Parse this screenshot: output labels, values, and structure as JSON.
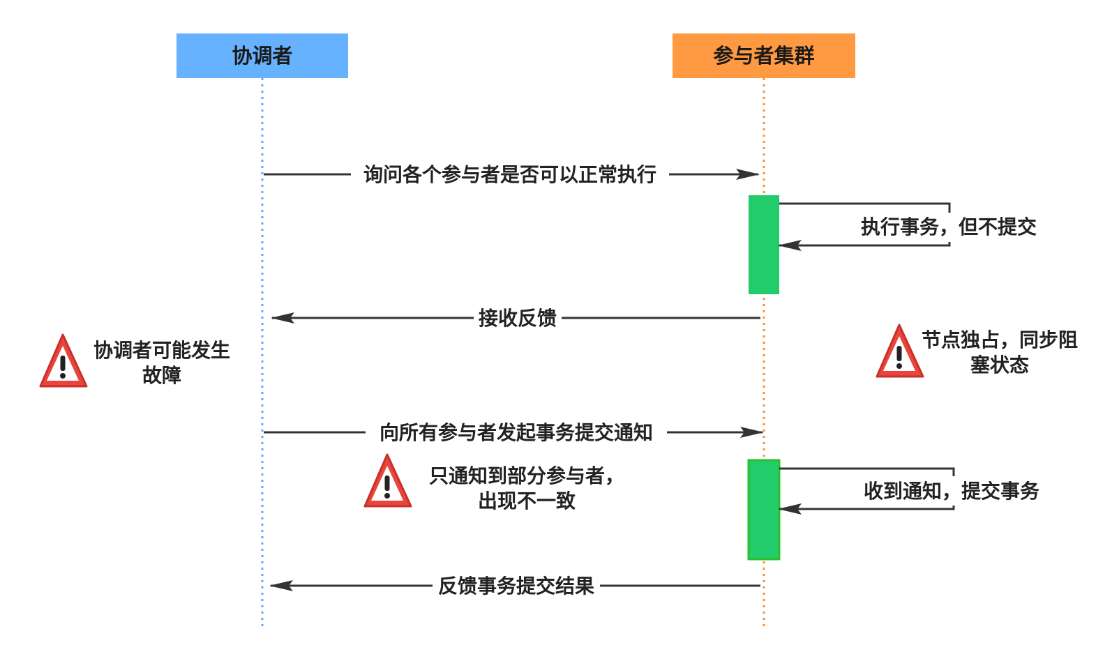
{
  "participants": {
    "coordinator": {
      "label": "协调者",
      "color": "#66b2ff",
      "lifeline_color": "#5aa9ff"
    },
    "cluster": {
      "label": "参与者集群",
      "color": "#ff9a42",
      "lifeline_color": "#ff8c2e"
    }
  },
  "messages": {
    "ask": "询问各个参与者是否可以正常执行",
    "exec_self": "执行事务，但不提交",
    "feedback": "接收反馈",
    "notify": "向所有参与者发起事务提交通知",
    "commit_self": "收到通知，提交事务",
    "result": "反馈事务提交结果"
  },
  "warnings": {
    "coordinator_fault": {
      "lines": [
        "协调者可能发生",
        "故障"
      ]
    },
    "node_block": {
      "lines": [
        "节点独占，同步阻",
        "塞状态"
      ]
    },
    "partial_notify": {
      "lines": [
        "只通知到部分参与者，",
        "出现不一致"
      ]
    }
  },
  "colors": {
    "activation": "#22cc6a",
    "arrow": "#333333",
    "warning_red": "#e8453c"
  },
  "icons": {
    "warning": "warning-triangle-icon"
  }
}
